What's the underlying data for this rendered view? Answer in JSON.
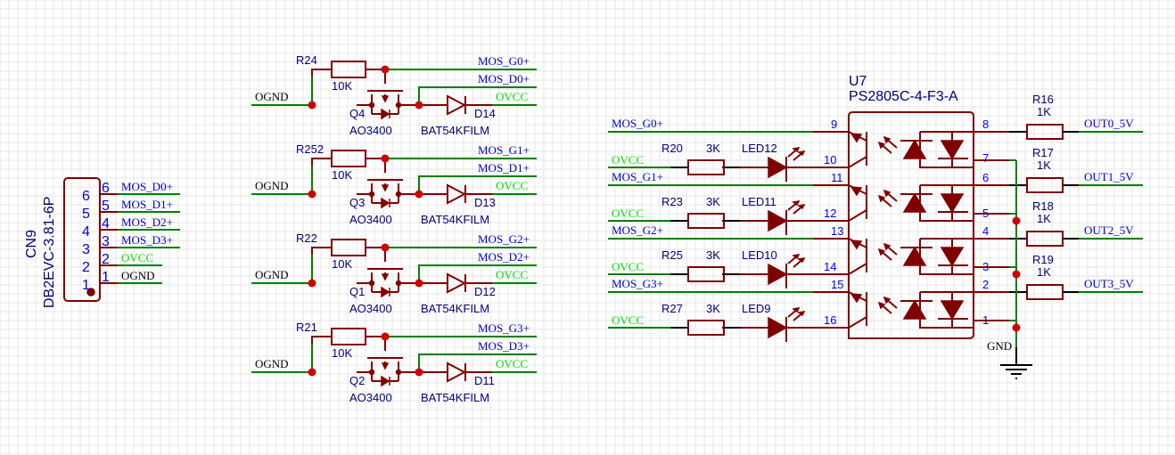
{
  "connector": {
    "designator": "CN9",
    "part": "DB2EVC-3.81-6P",
    "pins": [
      {
        "num": "6",
        "net": "MOS_D0+",
        "color": "blue"
      },
      {
        "num": "5",
        "net": "MOS_D1+",
        "color": "blue"
      },
      {
        "num": "4",
        "net": "MOS_D2+",
        "color": "blue"
      },
      {
        "num": "3",
        "net": "MOS_D3+",
        "color": "blue"
      },
      {
        "num": "2",
        "net": "OVCC",
        "color": "green"
      },
      {
        "num": "1",
        "net": "OGND",
        "color": "black"
      }
    ],
    "inner_pins": [
      "6",
      "5",
      "4",
      "3",
      "2",
      "1"
    ]
  },
  "mos_stages": [
    {
      "resistor": "R24",
      "res_value": "10K",
      "fet": "Q4",
      "fet_part": "AO3400",
      "diode": "D14",
      "diode_part": "BAT54KFILM",
      "gnd": "OGND",
      "gate_net": "MOS_G0+",
      "drain_net": "MOS_D0+",
      "vcc": "OVCC"
    },
    {
      "resistor": "R252",
      "res_value": "10K",
      "fet": "Q3",
      "fet_part": "AO3400",
      "diode": "D13",
      "diode_part": "BAT54KFILM",
      "gnd": "OGND",
      "gate_net": "MOS_G1+",
      "drain_net": "MOS_D1+",
      "vcc": "OVCC"
    },
    {
      "resistor": "R22",
      "res_value": "10K",
      "fet": "Q1",
      "fet_part": "AO3400",
      "diode": "D12",
      "diode_part": "BAT54KFILM",
      "gnd": "OGND",
      "gate_net": "MOS_G2+",
      "drain_net": "MOS_D2+",
      "vcc": "OVCC"
    },
    {
      "resistor": "R21",
      "res_value": "10K",
      "fet": "Q2",
      "fet_part": "AO3400",
      "diode": "D11",
      "diode_part": "BAT54KFILM",
      "gnd": "OGND",
      "gate_net": "MOS_G3+",
      "drain_net": "MOS_D3+",
      "vcc": "OVCC"
    }
  ],
  "optocoupler": {
    "designator": "U7",
    "part": "PS2805C-4-F3-A",
    "channels": [
      {
        "gate_net": "MOS_G0+",
        "pin_a": "9",
        "pin_b": "10",
        "resistor": "R20",
        "res_value": "3K",
        "led": "LED12",
        "vcc": "OVCC",
        "out_pin_a": "8",
        "out_pin_b": "7",
        "out_res": "R16",
        "out_res_value": "1K",
        "out_net": "OUT0_5V"
      },
      {
        "gate_net": "MOS_G1+",
        "pin_a": "11",
        "pin_b": "12",
        "resistor": "R23",
        "res_value": "3K",
        "led": "LED11",
        "vcc": "OVCC",
        "out_pin_a": "6",
        "out_pin_b": "5",
        "out_res": "R17",
        "out_res_value": "1K",
        "out_net": "OUT1_5V"
      },
      {
        "gate_net": "MOS_G2+",
        "pin_a": "13",
        "pin_b": "14",
        "resistor": "R25",
        "res_value": "3K",
        "led": "LED10",
        "vcc": "OVCC",
        "out_pin_a": "4",
        "out_pin_b": "3",
        "out_res": "R18",
        "out_res_value": "1K",
        "out_net": "OUT2_5V"
      },
      {
        "gate_net": "MOS_G3+",
        "pin_a": "15",
        "pin_b": "16",
        "resistor": "R27",
        "res_value": "3K",
        "led": "LED9",
        "vcc": "OVCC",
        "out_pin_a": "2",
        "out_pin_b": "1",
        "out_res": "R19",
        "out_res_value": "1K",
        "out_net": "OUT3_5V"
      }
    ],
    "gnd_label": "GND"
  }
}
